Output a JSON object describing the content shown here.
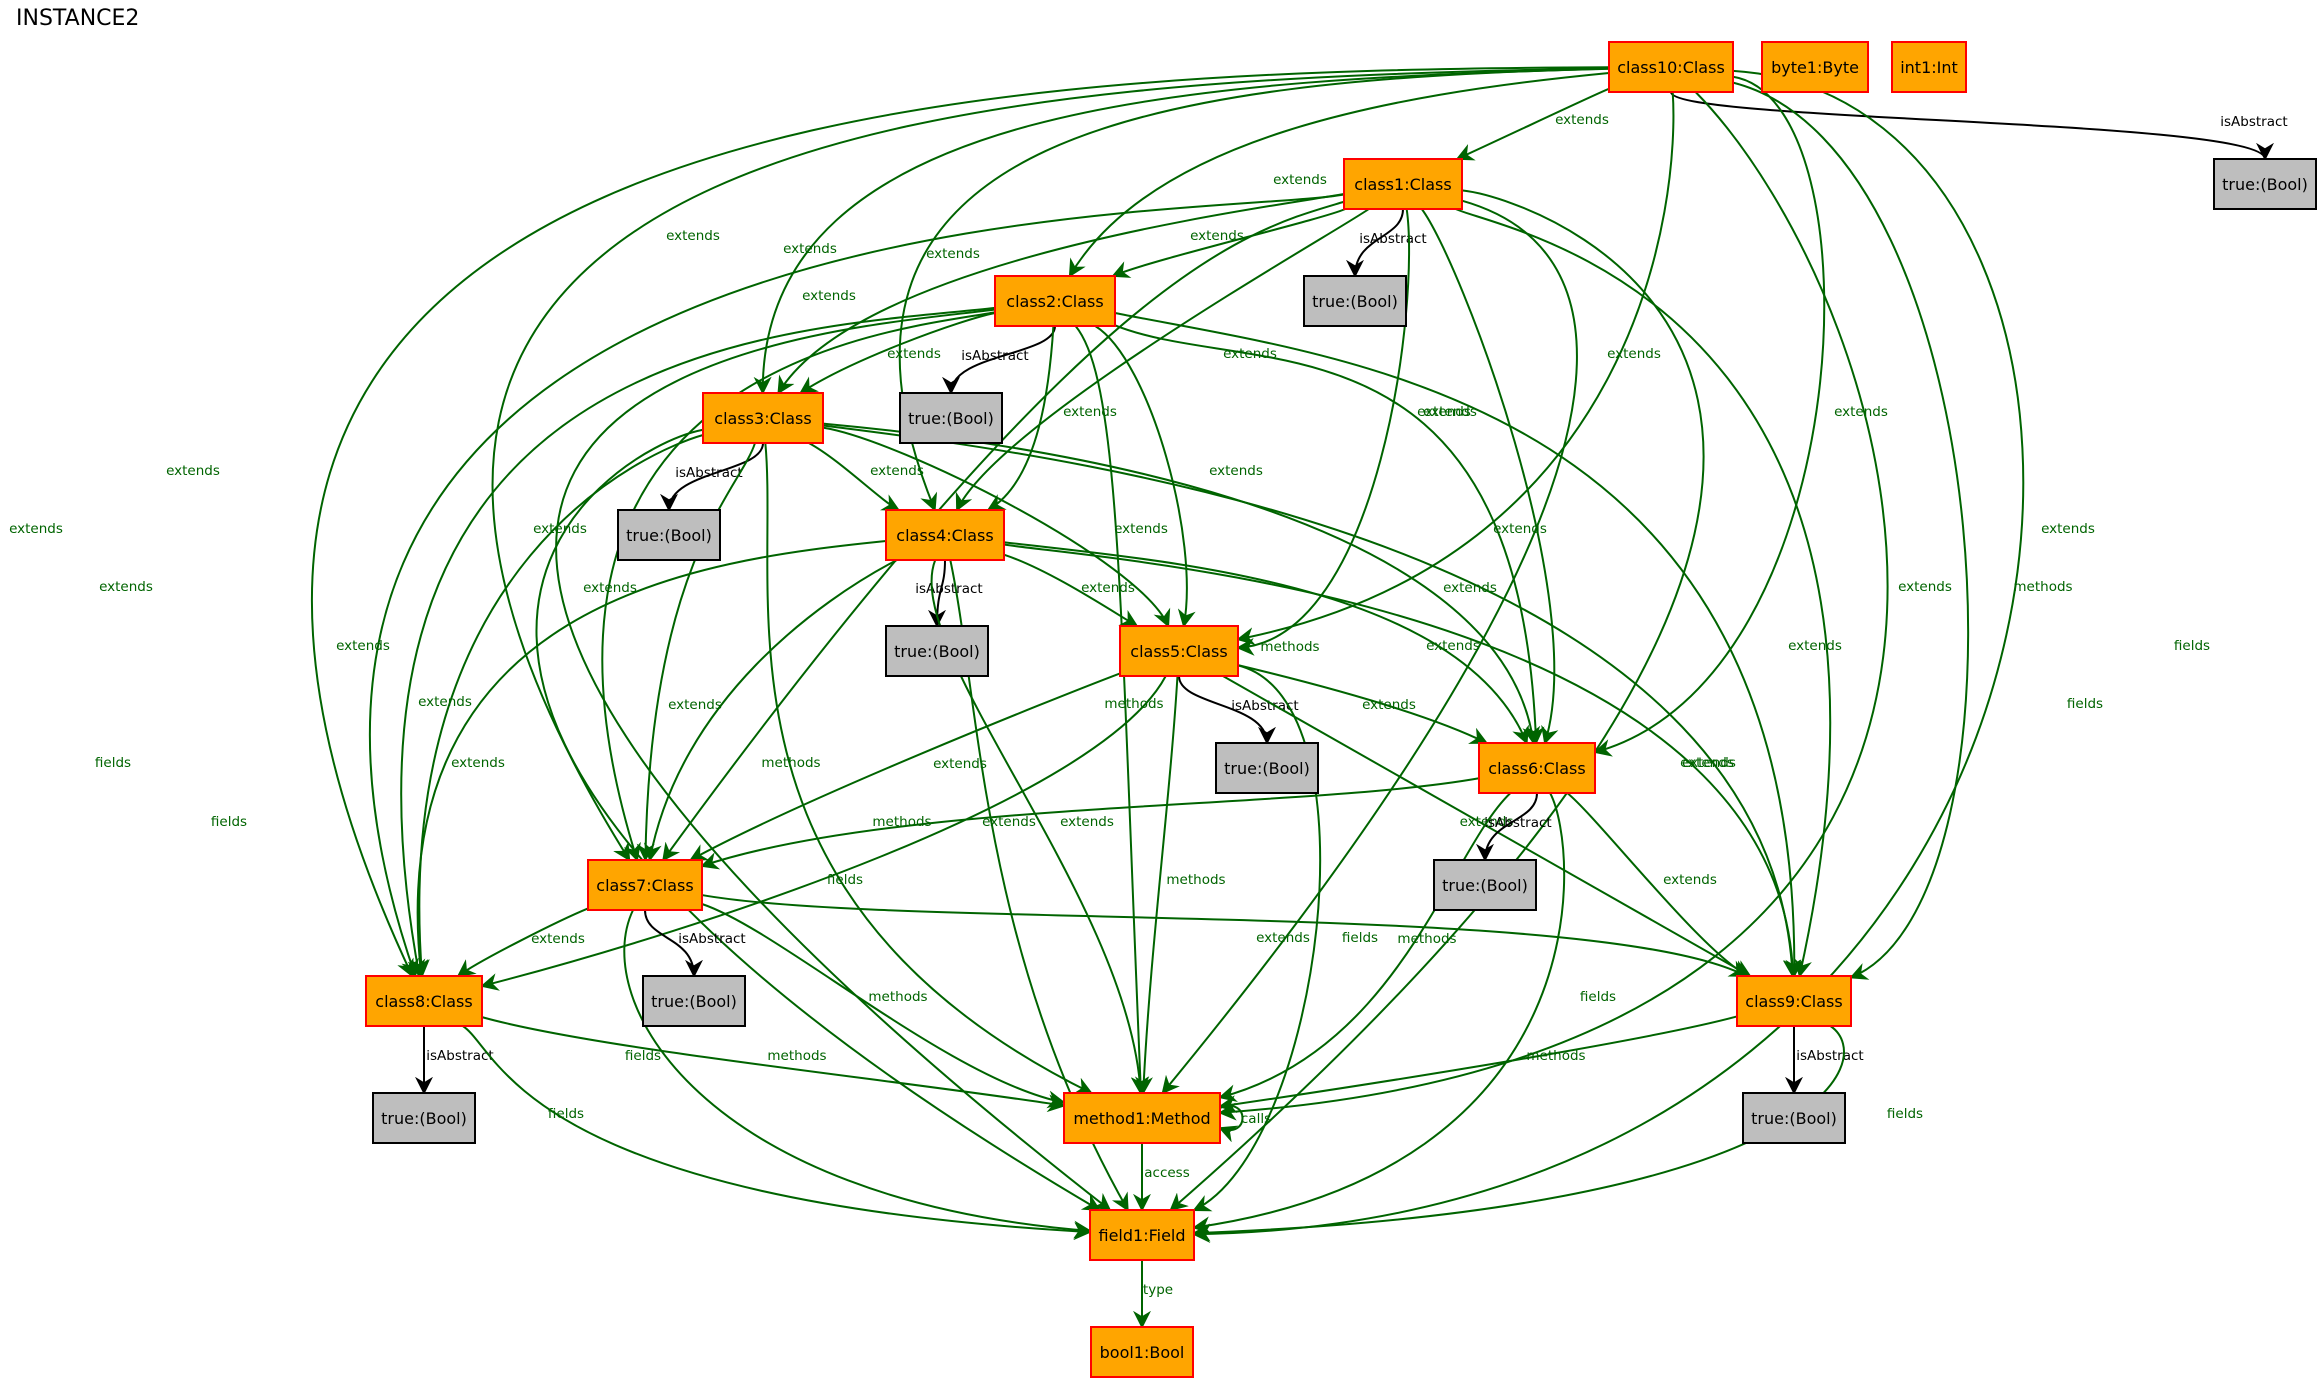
{
  "title": "INSTANCE2",
  "colors": {
    "object_fill": "#ffa500",
    "object_stroke": "#ff0000",
    "value_fill": "#bebebe",
    "value_stroke": "#000000",
    "edge_green": "#006400",
    "edge_black": "#000000"
  },
  "nodes": [
    {
      "id": "class10",
      "label": "class10:Class",
      "kind": "object"
    },
    {
      "id": "byte1",
      "label": "byte1:Byte",
      "kind": "object"
    },
    {
      "id": "int1",
      "label": "int1:Int",
      "kind": "object"
    },
    {
      "id": "b10",
      "label": "true:(Bool)",
      "kind": "value"
    },
    {
      "id": "class1",
      "label": "class1:Class",
      "kind": "object"
    },
    {
      "id": "b1",
      "label": "true:(Bool)",
      "kind": "value"
    },
    {
      "id": "class2",
      "label": "class2:Class",
      "kind": "object"
    },
    {
      "id": "b2",
      "label": "true:(Bool)",
      "kind": "value"
    },
    {
      "id": "class3",
      "label": "class3:Class",
      "kind": "object"
    },
    {
      "id": "b3",
      "label": "true:(Bool)",
      "kind": "value"
    },
    {
      "id": "class4",
      "label": "class4:Class",
      "kind": "object"
    },
    {
      "id": "b4",
      "label": "true:(Bool)",
      "kind": "value"
    },
    {
      "id": "class5",
      "label": "class5:Class",
      "kind": "object"
    },
    {
      "id": "b5",
      "label": "true:(Bool)",
      "kind": "value"
    },
    {
      "id": "class6",
      "label": "class6:Class",
      "kind": "object"
    },
    {
      "id": "b6",
      "label": "true:(Bool)",
      "kind": "value"
    },
    {
      "id": "class7",
      "label": "class7:Class",
      "kind": "object"
    },
    {
      "id": "b7",
      "label": "true:(Bool)",
      "kind": "value"
    },
    {
      "id": "class8",
      "label": "class8:Class",
      "kind": "object"
    },
    {
      "id": "b8",
      "label": "true:(Bool)",
      "kind": "value"
    },
    {
      "id": "class9",
      "label": "class9:Class",
      "kind": "object"
    },
    {
      "id": "b9",
      "label": "true:(Bool)",
      "kind": "value"
    },
    {
      "id": "method1",
      "label": "method1:Method",
      "kind": "object"
    },
    {
      "id": "field1",
      "label": "field1:Field",
      "kind": "object"
    },
    {
      "id": "bool1",
      "label": "bool1:Bool",
      "kind": "object"
    }
  ],
  "edges": [
    {
      "from": "class10",
      "to": "b10",
      "label": "isAbstract",
      "color": "black"
    },
    {
      "from": "class10",
      "to": "class1",
      "label": "extends",
      "color": "green"
    },
    {
      "from": "class10",
      "to": "class2",
      "label": "extends",
      "color": "green"
    },
    {
      "from": "class10",
      "to": "class3",
      "label": "extends",
      "color": "green"
    },
    {
      "from": "class10",
      "to": "class4",
      "label": "extends",
      "color": "green"
    },
    {
      "from": "class10",
      "to": "class5",
      "label": "extends",
      "color": "green"
    },
    {
      "from": "class10",
      "to": "class6",
      "label": "extends",
      "color": "green"
    },
    {
      "from": "class10",
      "to": "class7",
      "label": "extends",
      "color": "green"
    },
    {
      "from": "class10",
      "to": "class8",
      "label": "extends",
      "color": "green"
    },
    {
      "from": "class10",
      "to": "class9",
      "label": "extends",
      "color": "green"
    },
    {
      "from": "class10",
      "to": "method1",
      "label": "methods",
      "color": "green"
    },
    {
      "from": "class10",
      "to": "field1",
      "label": "fields",
      "color": "green"
    },
    {
      "from": "class1",
      "to": "b1",
      "label": "isAbstract",
      "color": "black"
    },
    {
      "from": "class1",
      "to": "class2",
      "label": "extends",
      "color": "green"
    },
    {
      "from": "class1",
      "to": "class3",
      "label": "extends",
      "color": "green"
    },
    {
      "from": "class1",
      "to": "class4",
      "label": "extends",
      "color": "green"
    },
    {
      "from": "class1",
      "to": "class5",
      "label": "extends",
      "color": "green"
    },
    {
      "from": "class1",
      "to": "class6",
      "label": "extends",
      "color": "green"
    },
    {
      "from": "class1",
      "to": "class7",
      "label": "extends",
      "color": "green"
    },
    {
      "from": "class1",
      "to": "class8",
      "label": "extends",
      "color": "green"
    },
    {
      "from": "class1",
      "to": "class9",
      "label": "extends",
      "color": "green"
    },
    {
      "from": "class1",
      "to": "method1",
      "label": "methods",
      "color": "green"
    },
    {
      "from": "class1",
      "to": "field1",
      "label": "fields",
      "color": "green"
    },
    {
      "from": "class2",
      "to": "b2",
      "label": "isAbstract",
      "color": "black"
    },
    {
      "from": "class2",
      "to": "class3",
      "label": "extends",
      "color": "green"
    },
    {
      "from": "class2",
      "to": "class4",
      "label": "extends",
      "color": "green"
    },
    {
      "from": "class2",
      "to": "class5",
      "label": "extends",
      "color": "green"
    },
    {
      "from": "class2",
      "to": "class6",
      "label": "extends",
      "color": "green"
    },
    {
      "from": "class2",
      "to": "class7",
      "label": "extends",
      "color": "green"
    },
    {
      "from": "class2",
      "to": "class8",
      "label": "extends",
      "color": "green"
    },
    {
      "from": "class2",
      "to": "class9",
      "label": "extends",
      "color": "green"
    },
    {
      "from": "class2",
      "to": "method1",
      "label": "methods",
      "color": "green"
    },
    {
      "from": "class2",
      "to": "field1",
      "label": "fields",
      "color": "green"
    },
    {
      "from": "class3",
      "to": "b3",
      "label": "isAbstract",
      "color": "black"
    },
    {
      "from": "class3",
      "to": "class4",
      "label": "extends",
      "color": "green"
    },
    {
      "from": "class3",
      "to": "class5",
      "label": "extends",
      "color": "green"
    },
    {
      "from": "class3",
      "to": "class6",
      "label": "extends",
      "color": "green"
    },
    {
      "from": "class3",
      "to": "class7",
      "label": "extends",
      "color": "green"
    },
    {
      "from": "class3",
      "to": "class8",
      "label": "extends",
      "color": "green"
    },
    {
      "from": "class3",
      "to": "class9",
      "label": "extends",
      "color": "green"
    },
    {
      "from": "class3",
      "to": "method1",
      "label": "methods",
      "color": "green"
    },
    {
      "from": "class3",
      "to": "field1",
      "label": "fields",
      "color": "green"
    },
    {
      "from": "class4",
      "to": "b4",
      "label": "isAbstract",
      "color": "black"
    },
    {
      "from": "class4",
      "to": "class5",
      "label": "extends",
      "color": "green"
    },
    {
      "from": "class4",
      "to": "class6",
      "label": "extends",
      "color": "green"
    },
    {
      "from": "class4",
      "to": "class7",
      "label": "extends",
      "color": "green"
    },
    {
      "from": "class4",
      "to": "class8",
      "label": "extends",
      "color": "green"
    },
    {
      "from": "class4",
      "to": "class9",
      "label": "extends",
      "color": "green"
    },
    {
      "from": "class4",
      "to": "method1",
      "label": "methods",
      "color": "green"
    },
    {
      "from": "class4",
      "to": "field1",
      "label": "fields",
      "color": "green"
    },
    {
      "from": "class5",
      "to": "b5",
      "label": "isAbstract",
      "color": "black"
    },
    {
      "from": "class5",
      "to": "class6",
      "label": "extends",
      "color": "green"
    },
    {
      "from": "class5",
      "to": "class7",
      "label": "extends",
      "color": "green"
    },
    {
      "from": "class5",
      "to": "class8",
      "label": "extends",
      "color": "green"
    },
    {
      "from": "class5",
      "to": "class9",
      "label": "extends",
      "color": "green"
    },
    {
      "from": "class5",
      "to": "method1",
      "label": "methods",
      "color": "green"
    },
    {
      "from": "class5",
      "to": "field1",
      "label": "fields",
      "color": "green"
    },
    {
      "from": "class6",
      "to": "b6",
      "label": "isAbstract",
      "color": "black"
    },
    {
      "from": "class6",
      "to": "class7",
      "label": "extends",
      "color": "green"
    },
    {
      "from": "class6",
      "to": "class9",
      "label": "extends",
      "color": "green"
    },
    {
      "from": "class6",
      "to": "method1",
      "label": "methods",
      "color": "green"
    },
    {
      "from": "class6",
      "to": "field1",
      "label": "fields",
      "color": "green"
    },
    {
      "from": "class7",
      "to": "b7",
      "label": "isAbstract",
      "color": "black"
    },
    {
      "from": "class7",
      "to": "class8",
      "label": "extends",
      "color": "green"
    },
    {
      "from": "class7",
      "to": "class9",
      "label": "extends",
      "color": "green"
    },
    {
      "from": "class7",
      "to": "method1",
      "label": "methods",
      "color": "green"
    },
    {
      "from": "class7",
      "to": "field1",
      "label": "fields",
      "color": "green"
    },
    {
      "from": "class8",
      "to": "b8",
      "label": "isAbstract",
      "color": "black"
    },
    {
      "from": "class8",
      "to": "method1",
      "label": "methods",
      "color": "green"
    },
    {
      "from": "class8",
      "to": "field1",
      "label": "fields",
      "color": "green"
    },
    {
      "from": "class9",
      "to": "b9",
      "label": "isAbstract",
      "color": "black"
    },
    {
      "from": "class9",
      "to": "method1",
      "label": "methods",
      "color": "green"
    },
    {
      "from": "class9",
      "to": "field1",
      "label": "fields",
      "color": "green"
    },
    {
      "from": "method1",
      "to": "method1",
      "label": "calls",
      "color": "green"
    },
    {
      "from": "method1",
      "to": "field1",
      "label": "access",
      "color": "green"
    },
    {
      "from": "field1",
      "to": "bool1",
      "label": "type",
      "color": "green"
    }
  ]
}
